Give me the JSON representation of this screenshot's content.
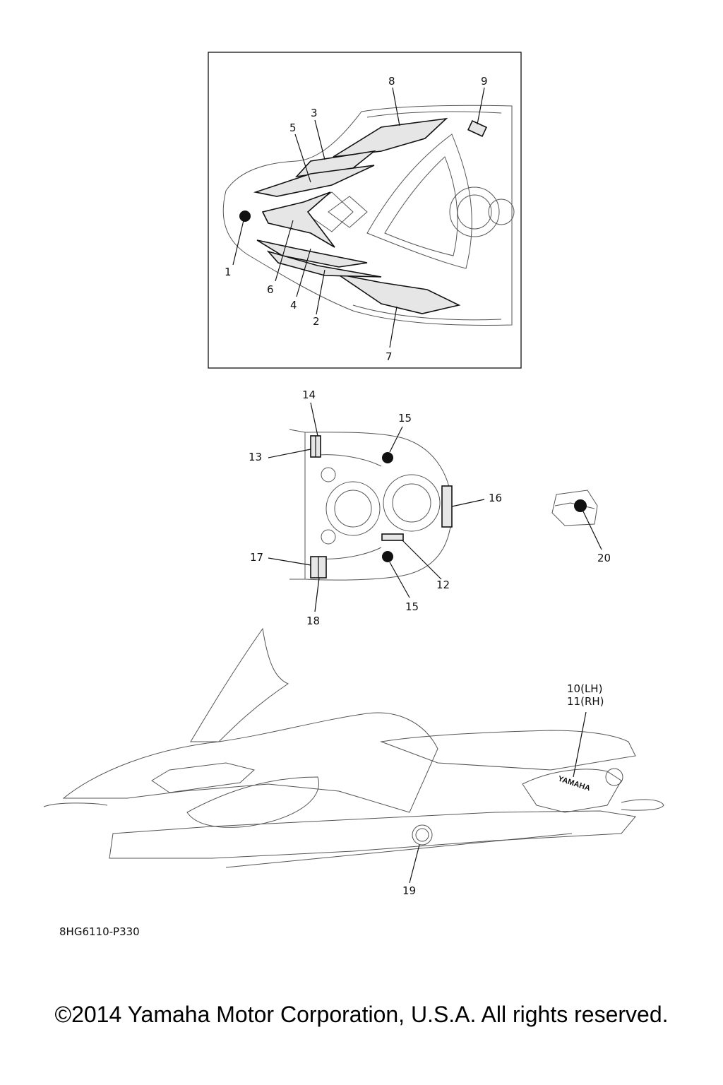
{
  "callouts": {
    "c1": "1",
    "c2": "2",
    "c3": "3",
    "c4": "4",
    "c5": "5",
    "c6": "6",
    "c7": "7",
    "c8": "8",
    "c9": "9",
    "c10": "10(LH)",
    "c11": "11(RH)",
    "c12": "12",
    "c13": "13",
    "c14": "14",
    "c15a": "15",
    "c15b": "15",
    "c16": "16",
    "c17": "17",
    "c18": "18",
    "c19": "19",
    "c20": "20"
  },
  "decal_text": "YAMAHA",
  "reference_code": "8HG6110-P330",
  "copyright": "©2014 Yamaha Motor Corporation, U.S.A. All rights reserved."
}
